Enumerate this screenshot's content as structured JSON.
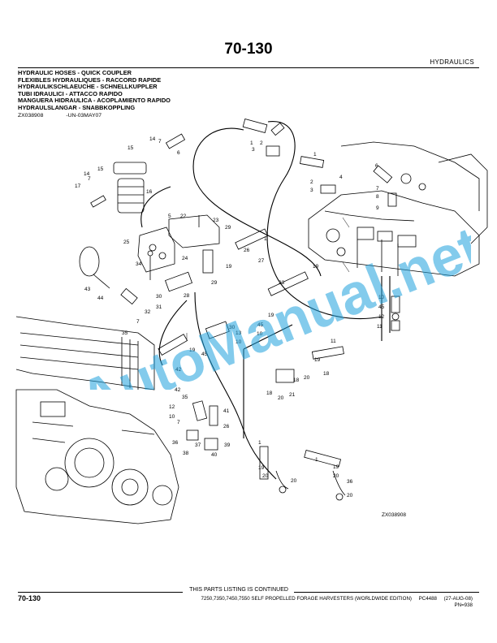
{
  "header": {
    "page_number": "70-130",
    "section": "HYDRAULICS"
  },
  "titles": [
    "HYDRAULIC HOSES - QUICK COUPLER",
    "FLEXIBLES HYDRAULIQUES - RACCORD RAPIDE",
    "HYDRAULIKSCHLAEUCHE - SCHNELLKUPPLER",
    "TUBI IDRAULICI - ATTACCO RAPIDO",
    "MANGUERA HIDRAULICA - ACOPLAMIENTO RAPIDO",
    "HYDRAULSLANGAR - SNABBKOPPLING"
  ],
  "reference": {
    "illustration_id": "ZX038908",
    "date_code": "-UN-03MAY07"
  },
  "diagram": {
    "illustration_id": "ZX038908",
    "callouts": [
      "1",
      "2",
      "3",
      "4",
      "5",
      "6",
      "7",
      "8",
      "9",
      "10",
      "11",
      "12",
      "13",
      "14",
      "15",
      "16",
      "17",
      "18",
      "19",
      "20",
      "21",
      "22",
      "23",
      "24",
      "25",
      "26",
      "27",
      "28",
      "29",
      "30",
      "31",
      "32",
      "33",
      "34",
      "35",
      "36",
      "37",
      "38",
      "39",
      "40",
      "41",
      "42",
      "43",
      "44",
      "45"
    ]
  },
  "watermark": {
    "text": "AutoManual.net",
    "color": "#1ea0dc"
  },
  "footer": {
    "continued": "THIS PARTS LISTING IS CONTINUED",
    "page_number": "70-130",
    "description": "7250,7350,7450,7550 SELF PROPELLED FORAGE HARVESTERS (WORLDWIDE EDITION)",
    "catalog": "PC4488",
    "date": "(27-AUG-08)",
    "pn": "PN=938"
  }
}
